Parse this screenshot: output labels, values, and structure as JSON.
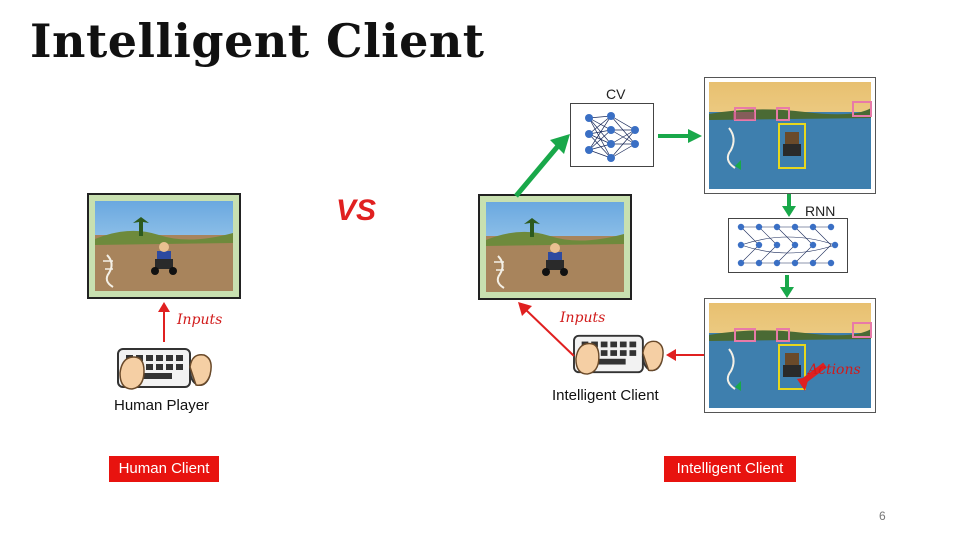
{
  "slide": {
    "title": "Intelligent Client",
    "vs_label": "VS",
    "page_number": "6"
  },
  "left": {
    "inputs_label": "Inputs",
    "caption": "Human Player",
    "button_label": "Human Client"
  },
  "right": {
    "cv_label": "CV",
    "rnn_label": "RNN",
    "inputs_label": "Inputs",
    "actions_label": "Actions",
    "caption": "Intelligent Client",
    "button_label": "Intelligent Client"
  },
  "colors": {
    "accent_red": "#e8130f",
    "arrow_green": "#19a84a",
    "arrow_red": "#e02020",
    "nn_node": "#3a6fc4",
    "bbox_pink": "#e87aa8",
    "bbox_yellow": "#e8d81e"
  }
}
